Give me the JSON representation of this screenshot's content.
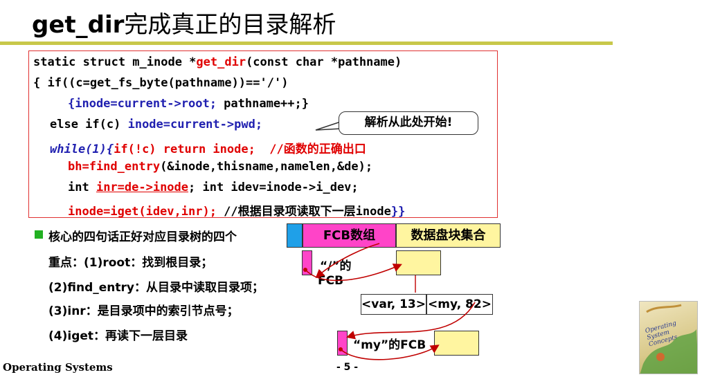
{
  "title": {
    "latin": "get_dir",
    "cn": "完成真正的目录解析"
  },
  "code": {
    "l1a": "static struct m_inode *",
    "l1b": "get_dir",
    "l1c": "(const char *pathname)",
    "l2": "{ if((c=get_fs_byte(pathname))=='/')",
    "l3a": "{inode=current->root;",
    "l3b": " pathname++;}",
    "l4a": "else if(c) ",
    "l4b": "inode=current->pwd;",
    "l5a": "while(1){",
    "l5b": "if(!c) return inode;",
    "l5c": "  //函数的正确出口",
    "l6a": "bh=find_entry",
    "l6b": "(&inode,thisname,namelen,&de);",
    "l7a": "int ",
    "l7b": "inr=de->inode",
    "l7c": "; int idev=inode->i_dev;",
    "l8a": "inode=iget(idev,inr);",
    "l8b": " //根据目录项读取下一层inode",
    "l8c": "}}"
  },
  "callout": "解析从此处开始!",
  "bullets": {
    "b1": "核心的四句话正好对应目录树的四个",
    "b2": "重点：(1)root：找到根目录；",
    "b3": "(2)find_entry：从目录中读取目录项；",
    "b4": "(3)inr：是目录项中的索引节点号；",
    "b5": "(4)iget：再读下一层目录"
  },
  "diagram": {
    "fcb_array": "FCB数组",
    "data_blocks": "数据盘块集合",
    "root_fcb_1": "“/”的",
    "root_fcb_2": "FCB",
    "entry1": "<var, 13>",
    "entry2": "<my, 82>",
    "my_fcb": "“my”的FCB"
  },
  "footer": {
    "left": "Operating Systems",
    "center": "- 5 -"
  },
  "book": {
    "t1": "Operating",
    "t2": "System",
    "t3": "Concepts"
  },
  "colors": {
    "red": "#e00000",
    "blue": "#2020b0",
    "pink": "#e040a0",
    "yellow": "#fff5a0",
    "cyan": "#1fa0e8"
  }
}
